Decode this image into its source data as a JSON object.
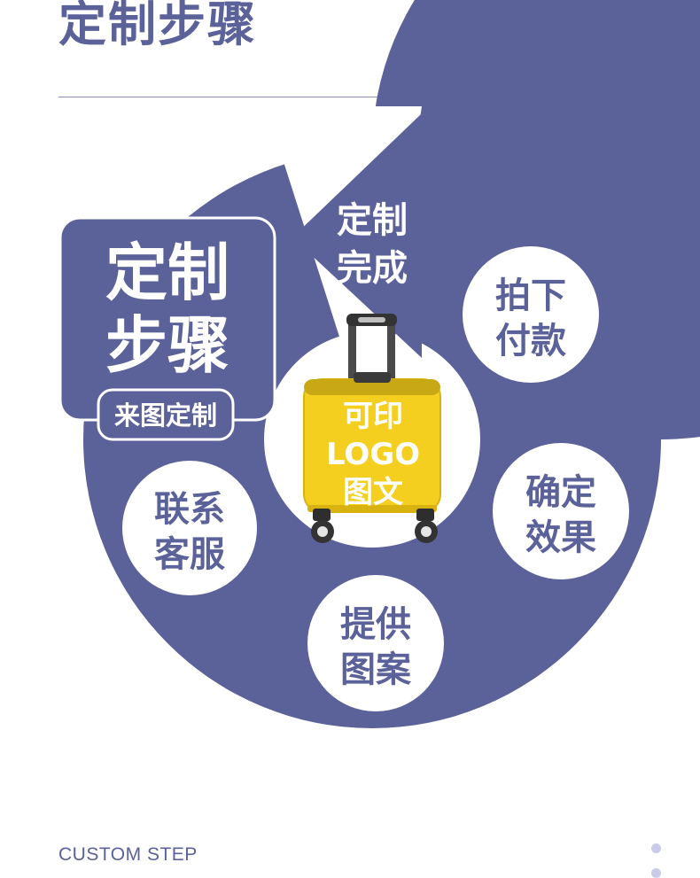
{
  "page": {
    "title": "定制步骤",
    "footer": "CUSTOM STEP"
  },
  "badge": {
    "line1": "定制",
    "line2": "步骤",
    "tag": "来图定制"
  },
  "arrow_label": {
    "line1": "定制",
    "line2": "完成"
  },
  "steps": [
    {
      "line1": "拍下",
      "line2": "付款"
    },
    {
      "line1": "确定",
      "line2": "效果"
    },
    {
      "line1": "提供",
      "line2": "图案"
    },
    {
      "line1": "联系",
      "line2": "客服"
    }
  ],
  "suitcase": {
    "line1": "可印",
    "line2": "LOGO",
    "line3": "图文"
  },
  "colors": {
    "primary": "#5b6199",
    "suitcase_yellow": "#f4cf1f",
    "dot": "#c9cbe8"
  }
}
